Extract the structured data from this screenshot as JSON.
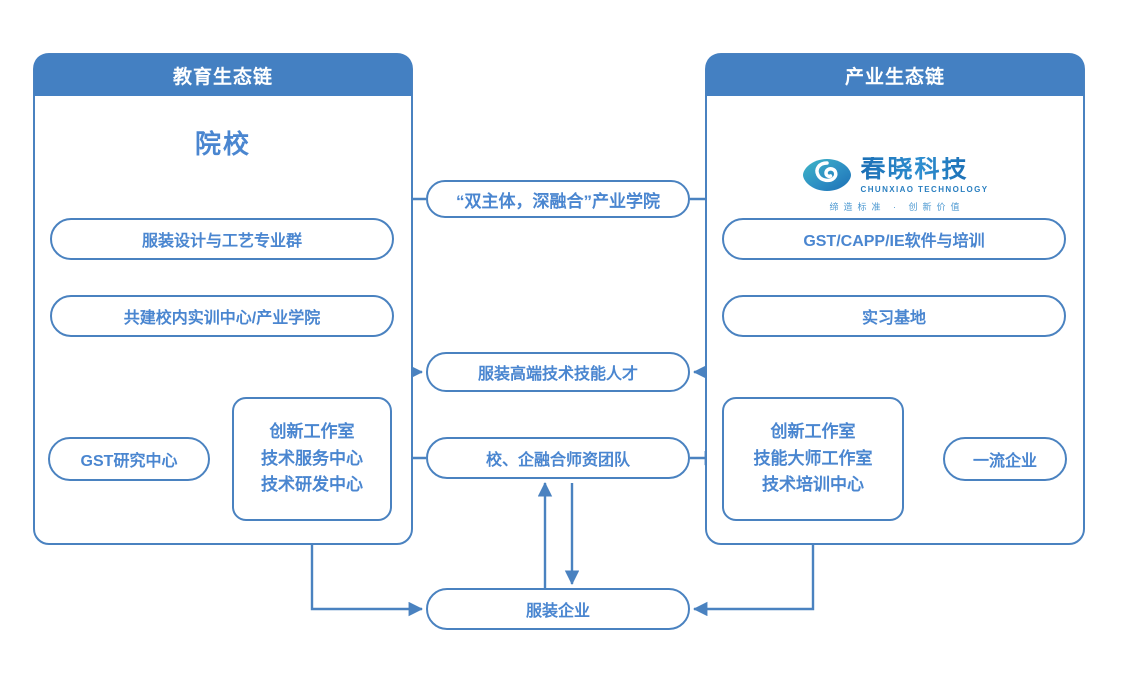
{
  "panels": {
    "education": {
      "header": "教育生态链",
      "section_title": "院校",
      "nodes": {
        "major_group": "服装设计与工艺专业群",
        "training_center": "共建校内实训中心/产业学院",
        "lab": {
          "line1": "创新工作室",
          "line2": "技术服务中心",
          "line3": "技术研发中心"
        },
        "gst_center": "GST研究中心"
      }
    },
    "industry": {
      "header": "产业生态链",
      "logo": {
        "mark": "chunxiao-swirl-icon",
        "name_cn": "春晓科技",
        "name_en": "CHUNXIAO TECHNOLOGY",
        "slogan": "缔造标准 · 创新价值"
      },
      "nodes": {
        "software": "GST/CAPP/IE软件与培训",
        "practice_base": "实习基地",
        "lab": {
          "line1": "创新工作室",
          "line2": "技能大师工作室",
          "line3": "技术培训中心"
        },
        "first_class_enterprise": "一流企业"
      }
    }
  },
  "center": {
    "industry_college": "“双主体，深融合”产业学院",
    "talent": "服装高端技术技能人才",
    "faculty_team": "校、企融合师资团队",
    "apparel_enterprise": "服装企业"
  },
  "colors": {
    "header_blue": "#4480c2",
    "stroke_blue": "#4a82c0",
    "text_blue": "#4a86d0",
    "logo_blue": "#1e72b8",
    "logo_slogan": "#4f9ad2",
    "white": "#ffffff"
  }
}
